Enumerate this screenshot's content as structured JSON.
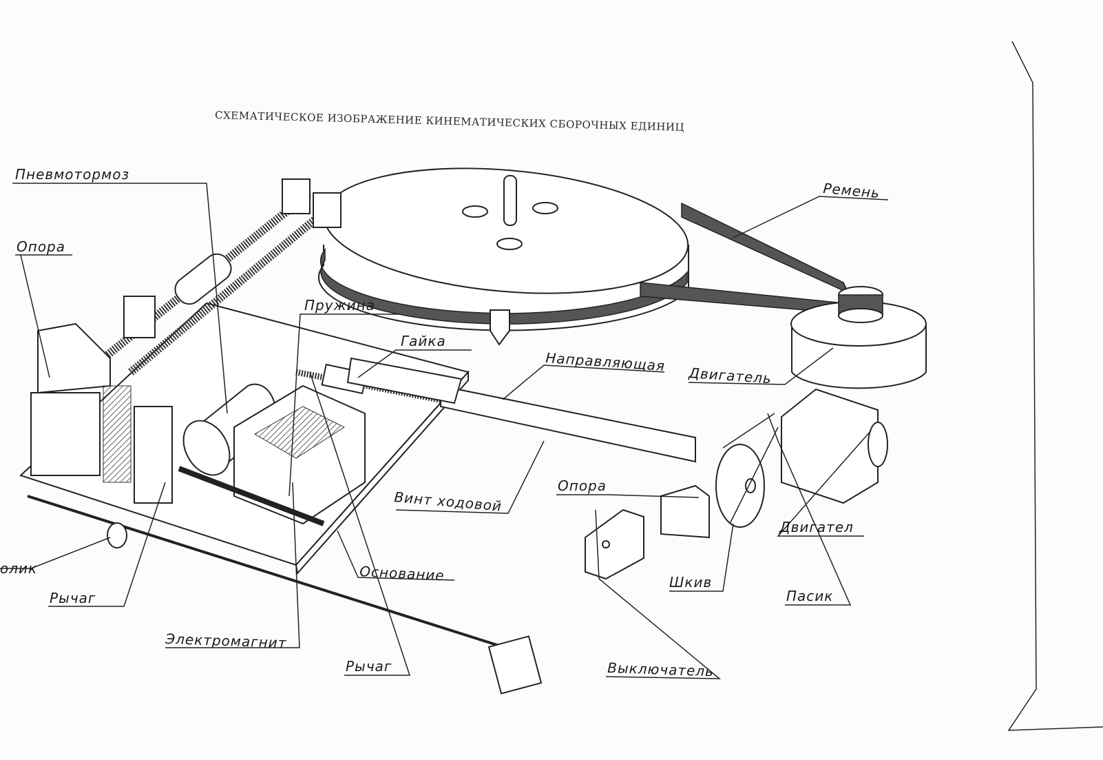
{
  "title": "СХЕМАТИЧЕСКОЕ ИЗОБРАЖЕНИЕ КИНЕМАТИЧЕСКИХ СБОРОЧНЫХ ЕДИНИЦ",
  "labels": {
    "pnevmotormoz": "Пневмотормоз",
    "opora_left": "Опора",
    "pruzhina": "Пружина",
    "gaika": "Гайка",
    "napravlyayushchaya": "Направляющая",
    "remen": "Ремень",
    "dvigatel_main": "Двигатель",
    "vint_khodovoy": "Винт ходовой",
    "opora_right": "Опора",
    "dvigatel_small": "Двигател",
    "rolik": "олик",
    "rychag_left": "Рычаг",
    "osnovanie": "Основание",
    "shkiv": "Шкив",
    "pasik": "Пасик",
    "elektromagnit": "Электромагнит",
    "rychag_bottom": "Рычаг",
    "vyklyuchatel": "Выключатель"
  },
  "colors": {
    "paper": "#fcfcfb",
    "ink": "#222222"
  }
}
